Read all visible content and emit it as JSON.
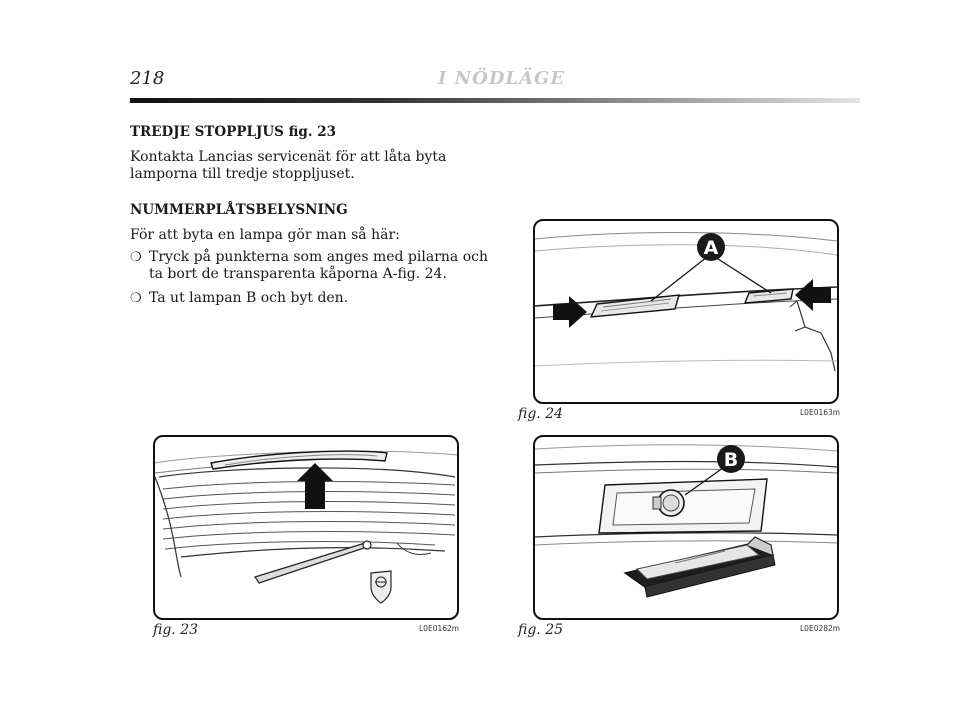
{
  "header": {
    "page_number": "218",
    "chapter_title": "I NÖDLÄGE"
  },
  "sections": {
    "third_brake_light": {
      "heading": "TREDJE STOPPLJUS fig. 23",
      "text": "Kontakta Lancias servicenät för att låta byta lamporna till tredje stoppljuset."
    },
    "license_plate_light": {
      "heading": "NUMMERPLÅTSBELYSNING",
      "intro": "För att byta en lampa gör man så här:",
      "bullet_glyph": "❍",
      "steps": [
        "Tryck på punkterna som anges med pilarna och ta bort de transparenta kåporna A-fig. 24.",
        "Ta ut lampan B och byt den."
      ]
    }
  },
  "figures": {
    "fig23": {
      "caption": "fig. 23",
      "code": "L0E0162m"
    },
    "fig24": {
      "caption": "fig. 24",
      "code": "L0E0163m",
      "label": "A"
    },
    "fig25": {
      "caption": "fig. 25",
      "code": "L0E0282m",
      "label": "B"
    }
  }
}
